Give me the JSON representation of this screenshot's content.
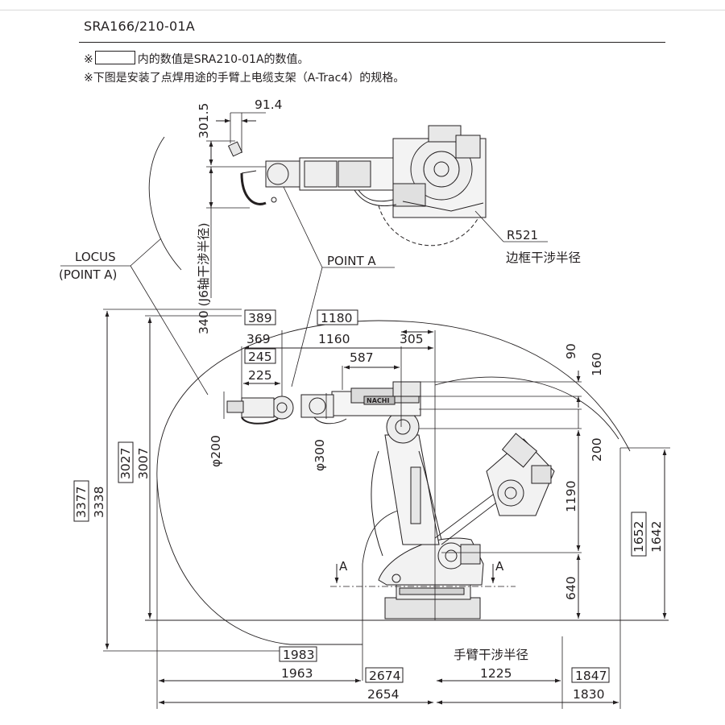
{
  "header": {
    "model": "SRA166/210-01A",
    "note1_prefix": "※",
    "note1_suffix": "内的数值是SRA210-01A的数值。",
    "note2": "※下图是安装了点焊用途的手臂上电缆支架（A-Trac4）的规格。"
  },
  "top_view": {
    "dim_wrist_height": "301.5",
    "dim_wrist_offset": "91.4",
    "dim_j6_radius": "340 (J6轴干涉半径)",
    "r_label": "R521",
    "r_caption": "边框干涉半径",
    "locus_line1": "LOCUS",
    "locus_line2": "(POINT A)",
    "point_a": "POINT A"
  },
  "side_view": {
    "dim_389": "389",
    "dim_369": "369",
    "dim_1180": "1180",
    "dim_1160": "1160",
    "dim_305": "305",
    "dim_587": "587",
    "dim_245": "245",
    "dim_225": "225",
    "dim_phi200": "φ200",
    "dim_phi300": "φ300",
    "dim_90": "90",
    "dim_160": "160",
    "dim_200": "200",
    "dim_1190": "1190",
    "dim_640": "640",
    "dim_3377": "3377",
    "dim_3338": "3338",
    "dim_3027": "3027",
    "dim_3007": "3007",
    "dim_1652": "1652",
    "dim_1642": "1642",
    "dim_1983": "1983",
    "dim_1963": "1963",
    "dim_2674": "2674",
    "dim_2654": "2654",
    "dim_1847": "1847",
    "dim_1830": "1830",
    "dim_1225": "1225",
    "arm_caption": "手臂干涉半径",
    "section_a": "A"
  },
  "brand": "NACHI"
}
